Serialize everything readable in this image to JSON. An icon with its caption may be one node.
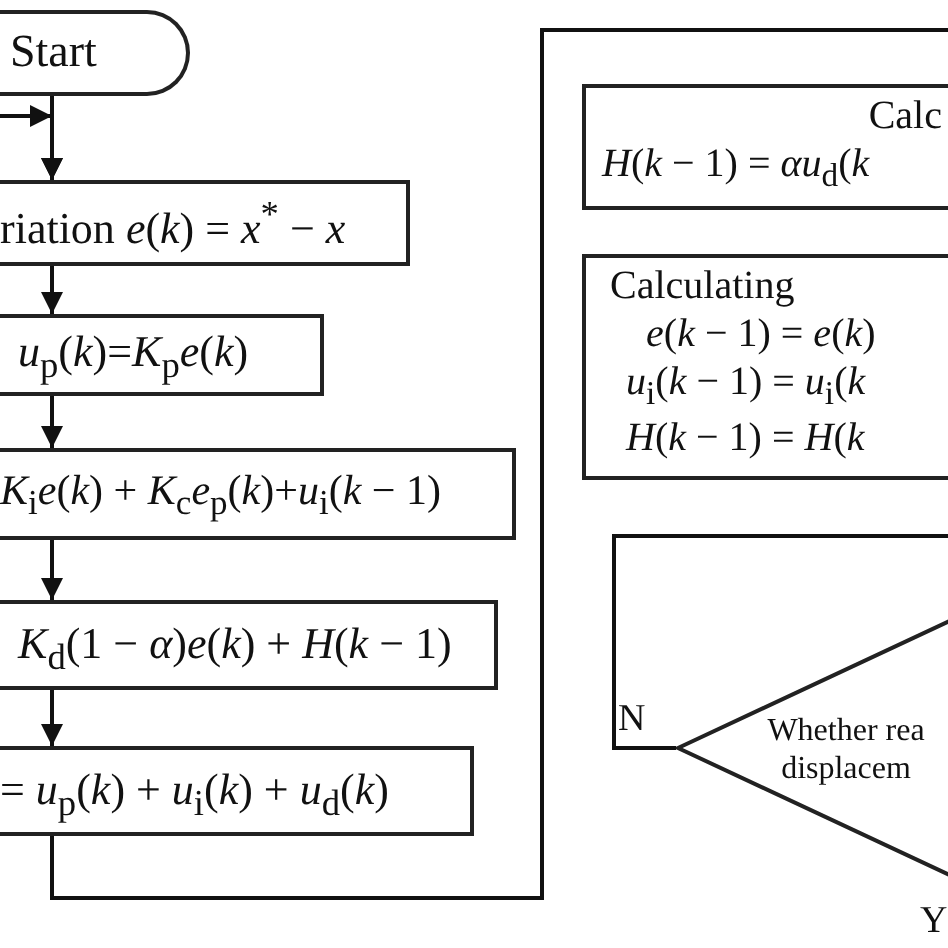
{
  "diagram": {
    "nodes": [
      {
        "text": [
          "Start"
        ]
      },
      {
        "text": [
          "riation *e*(*k*) = *x*$^{*}$ − *x*"
        ]
      },
      {
        "text": [
          "*u*$_{p}$(*k*)=*K*$_{p}$*e*(*k*)"
        ]
      },
      {
        "text": [
          "*K*$_{i}$*e*(*k*) + *K*$_{c}$*e*$_{p}$(*k*)+*u*$_{i}$(*k* − 1)"
        ]
      },
      {
        "text": [
          "*K*$_{d}$(1 − *α*)*e*(*k*) + *H*(*k* − 1)"
        ]
      },
      {
        "text": [
          "= *u*$_{p}$(*k*) + *u*$_{i}$(*k*) + *u*$_{d}$(*k*)"
        ]
      },
      {
        "text": [
          "Calc",
          "*H*(*k* − 1) = *αu*$_{d}$(*k*"
        ]
      },
      {
        "text": [
          "Calculating",
          "*e*(*k* − 1) = *e*(*k*)",
          "*u*$_{i}$(*k* − 1) = *u*$_{i}$(*k*",
          "*H*(*k* − 1) = *H*(*k*"
        ]
      },
      {
        "text": [
          "Whether rea displacem"
        ],
        "beside": [
          "Y"
        ]
      }
    ],
    "edges": [
      {
        "from": 0,
        "to": 1,
        "arrow": "to"
      },
      {
        "from": 1,
        "to": 2,
        "arrow": "to"
      },
      {
        "from": 2,
        "to": 3,
        "arrow": "to"
      },
      {
        "from": 3,
        "to": 4,
        "arrow": "to"
      },
      {
        "from": 4,
        "to": 5,
        "arrow": "to"
      },
      {
        "from": 5,
        "to": null,
        "arrow": "none"
      },
      {
        "from": null,
        "to": 1,
        "arrow": "to"
      },
      {
        "from": 8,
        "to": null,
        "arrow": "none",
        "label": "N"
      }
    ]
  }
}
